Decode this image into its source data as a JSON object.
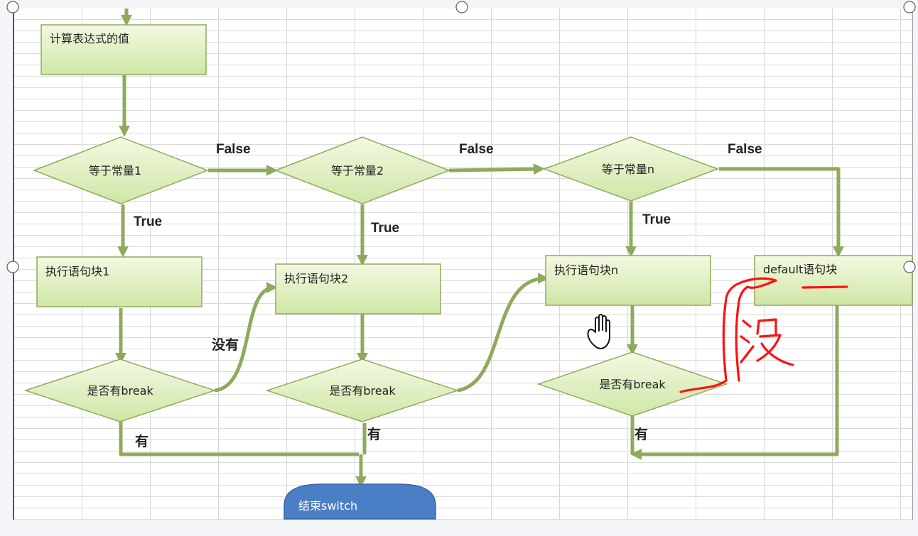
{
  "process": {
    "compute": "计算表达式的值",
    "block1": "执行语句块1",
    "block2": "执行语句块2",
    "blockn": "执行语句块n",
    "default_block": "default语句块"
  },
  "decisions": {
    "eq1": "等于常量1",
    "eq2": "等于常量2",
    "eqn": "等于常量n",
    "brk1": "是否有break",
    "brk2": "是否有break",
    "brkn": "是否有break"
  },
  "edge_labels": {
    "false1": "False",
    "false2": "False",
    "false3": "False",
    "true1": "True",
    "true2": "True",
    "true3": "True",
    "no": "没有",
    "yes1": "有",
    "yes2": "有",
    "yes3": "有"
  },
  "terminal": {
    "end": "结束switch"
  },
  "annotation": {
    "handwritten": "没"
  },
  "colors": {
    "box_fill_top": "#f3f9e2",
    "box_fill_bottom": "#cfe6a6",
    "box_border": "#8faa5c",
    "arrow": "#8faa5c",
    "terminal_fill": "#4a7ec5",
    "annotation": "#ff1010"
  },
  "icons": {
    "cursor": "hand-cursor-icon"
  }
}
